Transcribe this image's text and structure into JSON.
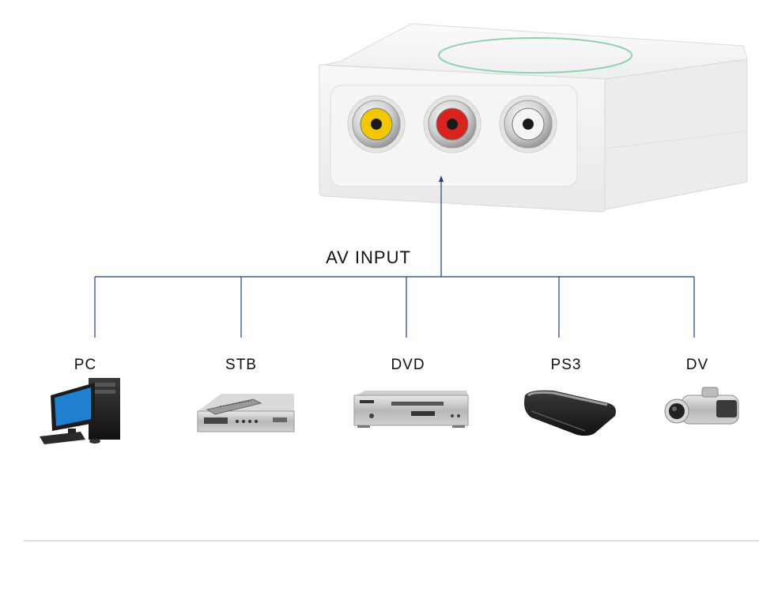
{
  "title": "AV INPUT",
  "devices": [
    {
      "label": "PC",
      "icon": "desktop-computer-icon"
    },
    {
      "label": "STB",
      "icon": "set-top-box-icon"
    },
    {
      "label": "DVD",
      "icon": "dvd-player-icon"
    },
    {
      "label": "PS3",
      "icon": "game-console-icon"
    },
    {
      "label": "DV",
      "icon": "camcorder-icon"
    }
  ],
  "ports": [
    {
      "name": "video",
      "color": "#f2c600"
    },
    {
      "name": "audio-right",
      "color": "#d8231f"
    },
    {
      "name": "audio-left",
      "color": "#f4f4f4"
    }
  ],
  "colors": {
    "line": "#1f3f7a",
    "device_body": "#f3f3f3",
    "footer_line": "#c5cbd8"
  }
}
